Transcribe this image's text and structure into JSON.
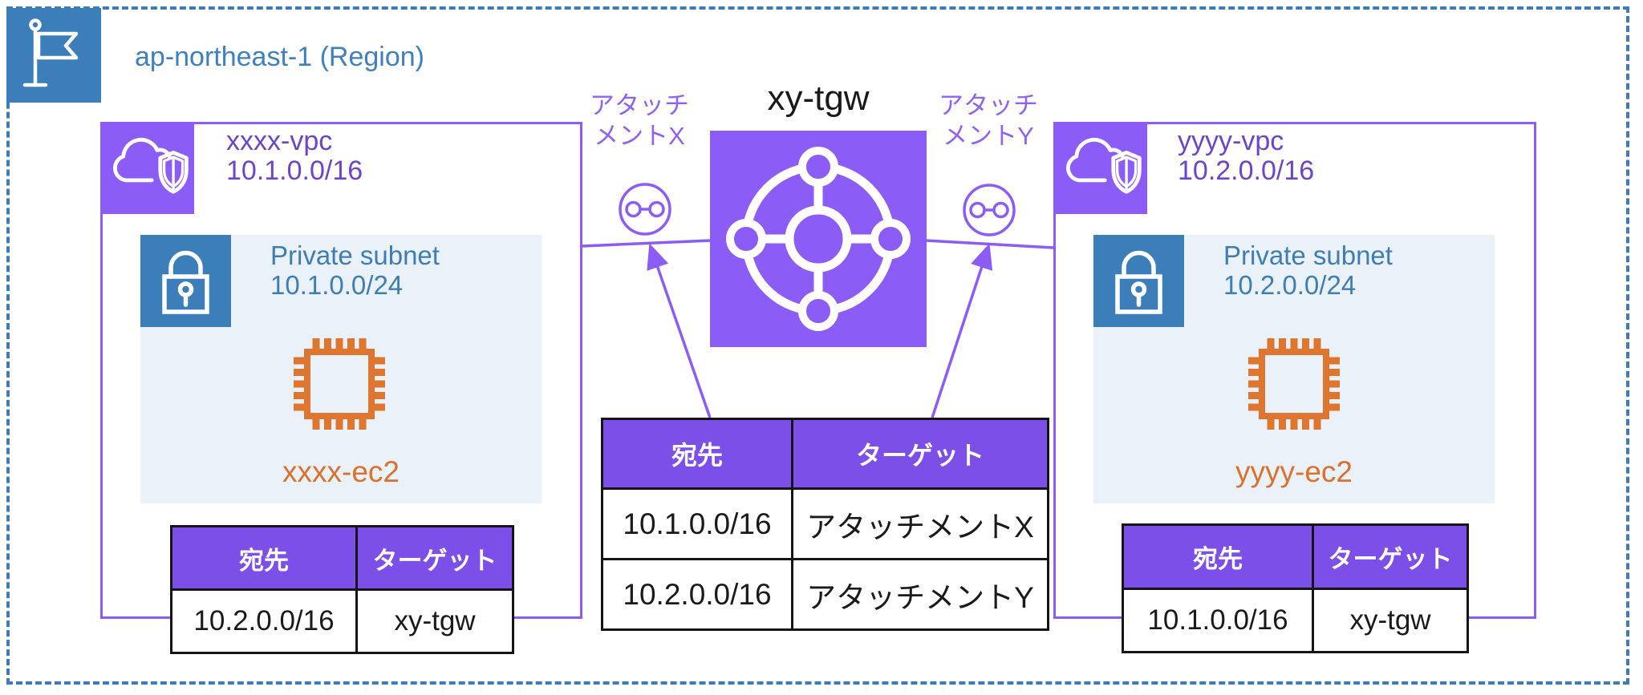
{
  "region": {
    "label": "ap-northeast-1 (Region)"
  },
  "tgw": {
    "title": "xy-tgw",
    "route_table": {
      "col_destination": "宛先",
      "col_target": "ターゲット",
      "rows": [
        {
          "destination": "10.1.0.0/16",
          "target": "アタッチメントX"
        },
        {
          "destination": "10.2.0.0/16",
          "target": "アタッチメントY"
        }
      ]
    }
  },
  "attachments": {
    "x": {
      "line1": "アタッチ",
      "line2": "メントX"
    },
    "y": {
      "line1": "アタッチ",
      "line2": "メントY"
    }
  },
  "vpc_left": {
    "name": "xxxx-vpc",
    "cidr": "10.1.0.0/16",
    "subnet": {
      "label": "Private subnet",
      "cidr": "10.1.0.0/24",
      "instance_name": "xxxx-ec2"
    },
    "route_table": {
      "col_destination": "宛先",
      "col_target": "ターゲット",
      "rows": [
        {
          "destination": "10.2.0.0/16",
          "target": "xy-tgw"
        }
      ]
    }
  },
  "vpc_right": {
    "name": "yyyy-vpc",
    "cidr": "10.2.0.0/16",
    "subnet": {
      "label": "Private subnet",
      "cidr": "10.2.0.0/24",
      "instance_name": "yyyy-ec2"
    },
    "route_table": {
      "col_destination": "宛先",
      "col_target": "ターゲット",
      "rows": [
        {
          "destination": "10.1.0.0/16",
          "target": "xy-tgw"
        }
      ]
    }
  },
  "colors": {
    "purple": "#8B5CF6",
    "table_header_purple": "#7C4FE8",
    "vpc_text_purple": "#6C45C8",
    "blue": "#3C7EB9",
    "region_text_blue": "#4080BE",
    "subnet_bg": "#EBF1F8",
    "orange": "#DE762F"
  }
}
